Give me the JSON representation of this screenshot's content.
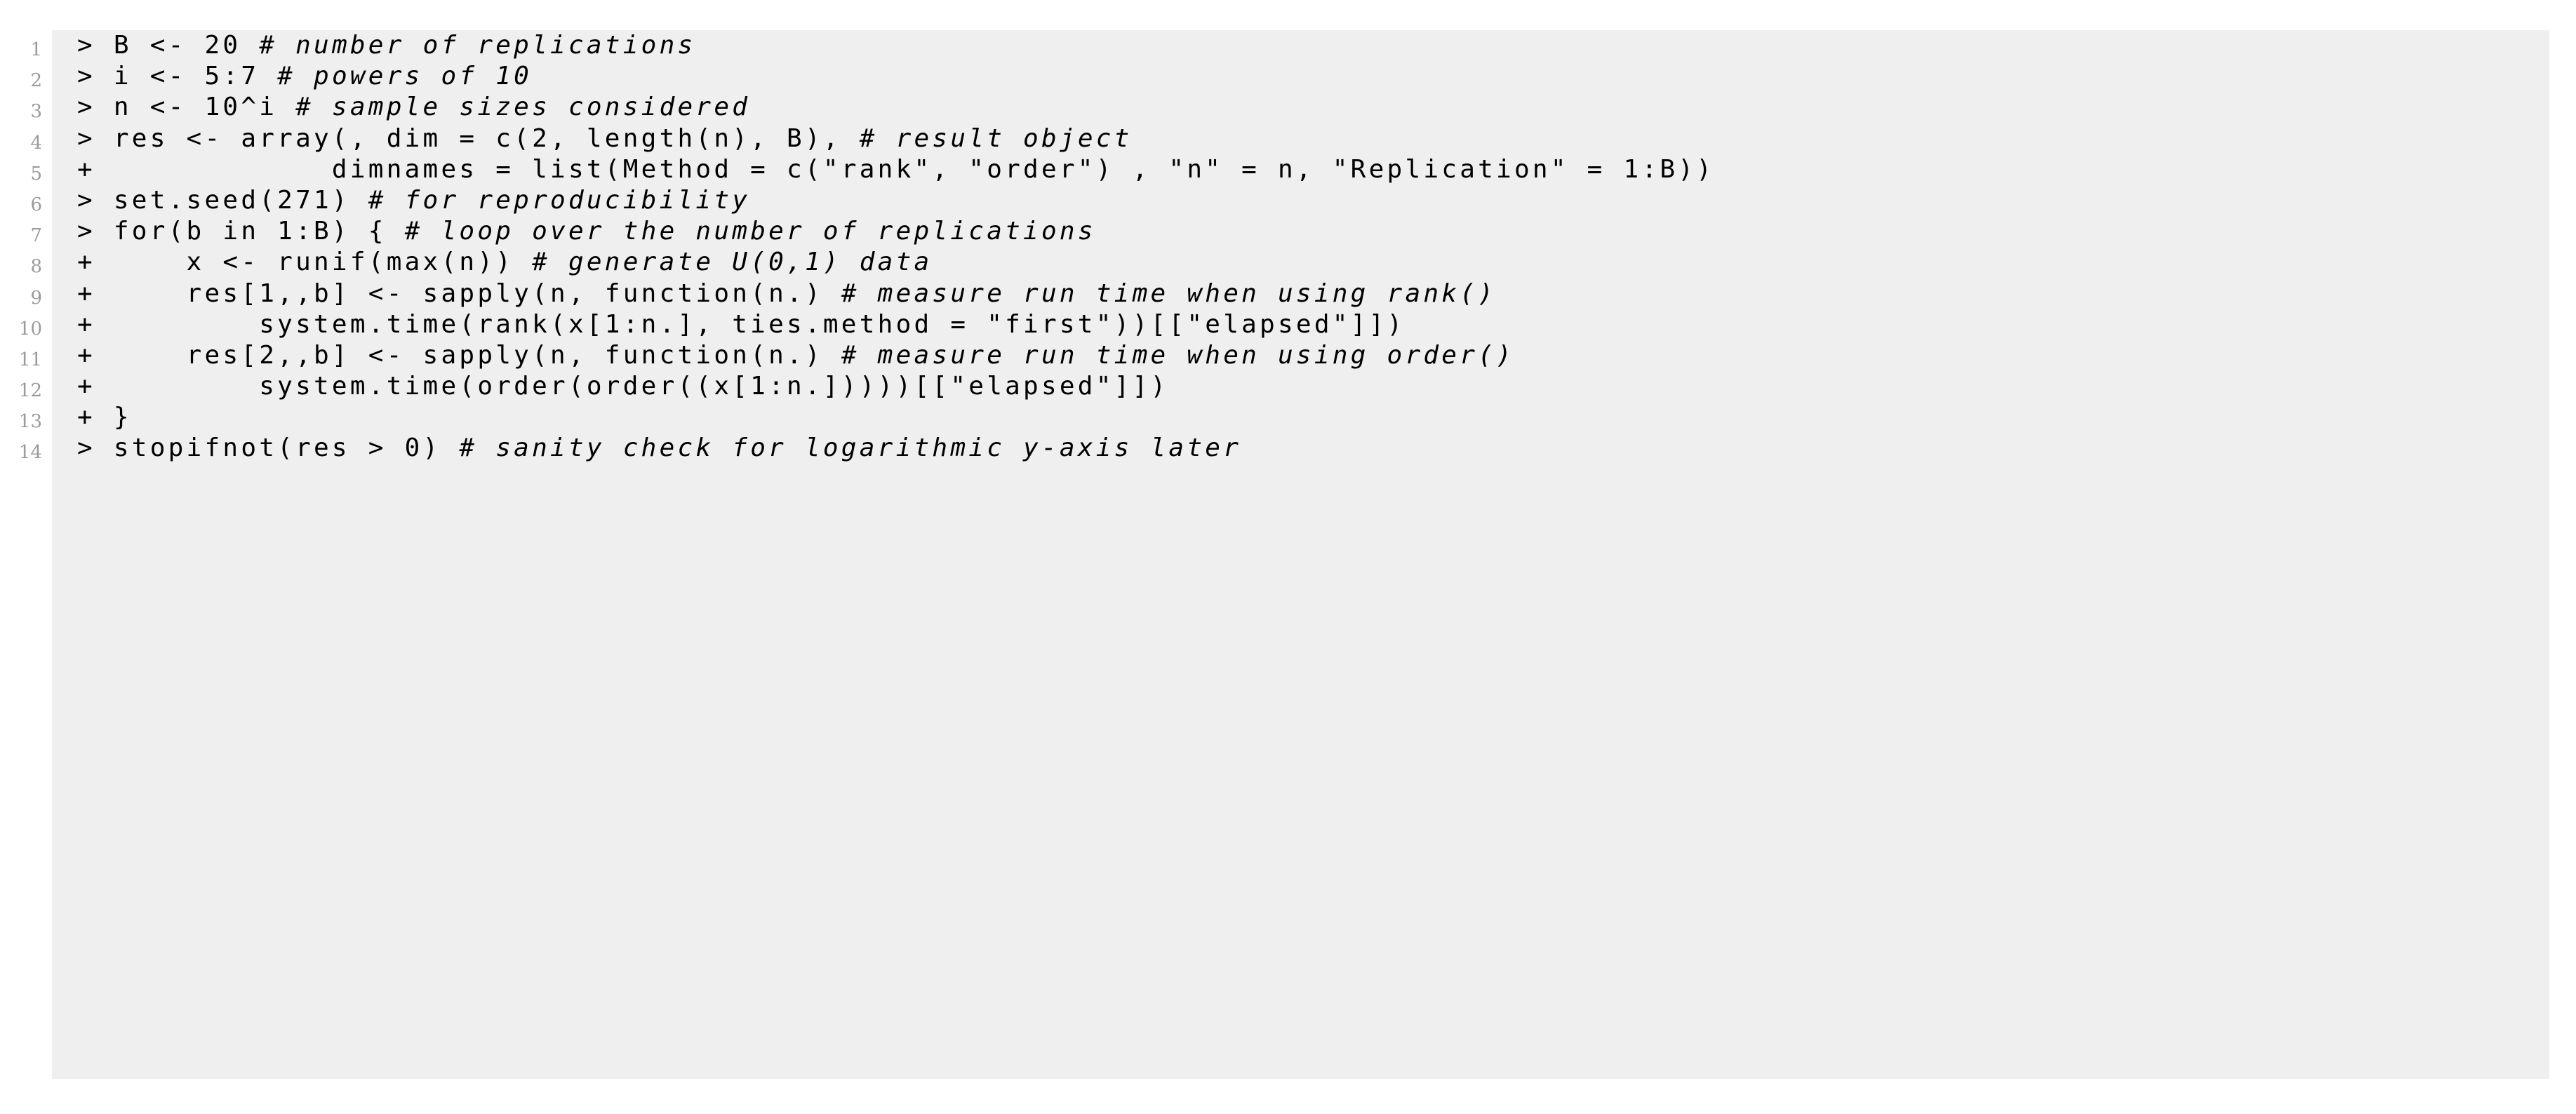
{
  "figure": {
    "kind": "r-console-code-listing",
    "background_color": "#efefef",
    "page_background": "#ffffff",
    "text_color": "#000000",
    "line_number_color": "#9a9a9a"
  },
  "code": {
    "language": "R",
    "lines": [
      {
        "number": "1",
        "code": "> B <- 20 ",
        "comment": "# number of replications"
      },
      {
        "number": "2",
        "code": "> i <- 5:7 ",
        "comment": "# powers of 10"
      },
      {
        "number": "3",
        "code": "> n <- 10^i ",
        "comment": "# sample sizes considered"
      },
      {
        "number": "4",
        "code": "> res <- array(, dim = c(2, length(n), B), ",
        "comment": "# result object"
      },
      {
        "number": "5",
        "code": "+             dimnames = list(Method = c(\"rank\", \"order\") , \"n\" = n, \"Replication\" = 1:B))",
        "comment": ""
      },
      {
        "number": "6",
        "code": "> set.seed(271) ",
        "comment": "# for reproducibility"
      },
      {
        "number": "7",
        "code": "> for(b in 1:B) { ",
        "comment": "# loop over the number of replications"
      },
      {
        "number": "8",
        "code": "+     x <- runif(max(n)) ",
        "comment": "# generate U(0,1) data"
      },
      {
        "number": "9",
        "code": "+     res[1,,b] <- sapply(n, function(n.) ",
        "comment": "# measure run time when using rank()"
      },
      {
        "number": "10",
        "code": "+         system.time(rank(x[1:n.], ties.method = \"first\"))[[\"elapsed\"]])",
        "comment": ""
      },
      {
        "number": "11",
        "code": "+     res[2,,b] <- sapply(n, function(n.) ",
        "comment": "# measure run time when using order()"
      },
      {
        "number": "12",
        "code": "+         system.time(order(order((x[1:n.]))))[[\"elapsed\"]])",
        "comment": ""
      },
      {
        "number": "13",
        "code": "+ }",
        "comment": ""
      },
      {
        "number": "14",
        "code": "> stopifnot(res > 0) ",
        "comment": "# sanity check for logarithmic y-axis later"
      }
    ]
  }
}
